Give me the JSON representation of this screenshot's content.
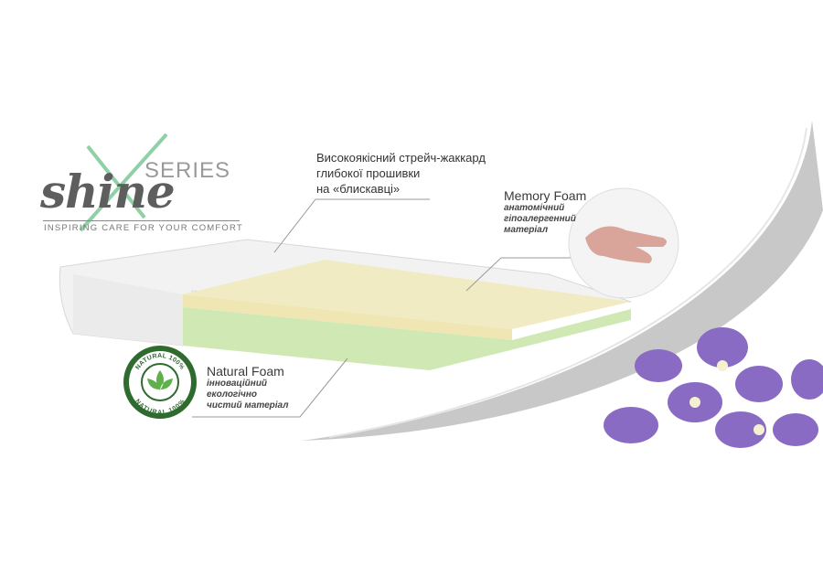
{
  "brand": {
    "logo_text": "shine",
    "series_label": "SERIES",
    "tagline": "INSPIRING CARE FOR YOUR COMFORT",
    "accent_color": "#8fd0a6"
  },
  "callouts": {
    "cover": {
      "lines": [
        "Високоякісний стрейч-жаккард",
        "глибокої прошивки",
        "на «блискавці»"
      ]
    },
    "memory_foam": {
      "title": "Memory Foam",
      "lines": [
        "анатомічний",
        "гіпоалергенний",
        "матеріал"
      ]
    },
    "natural_foam": {
      "title": "Natural Foam",
      "lines": [
        "інноваційний",
        "екологічно",
        "чистий матеріал"
      ],
      "badge_text": "NATURAL 100%"
    }
  },
  "colors": {
    "foam_yellow": "#f1ebc3",
    "foam_green": "#cfe8b4",
    "badge_green": "#2f6b2f",
    "flower_purple": "#8a6bc4",
    "swoosh_gray": "#c8c8c8"
  }
}
